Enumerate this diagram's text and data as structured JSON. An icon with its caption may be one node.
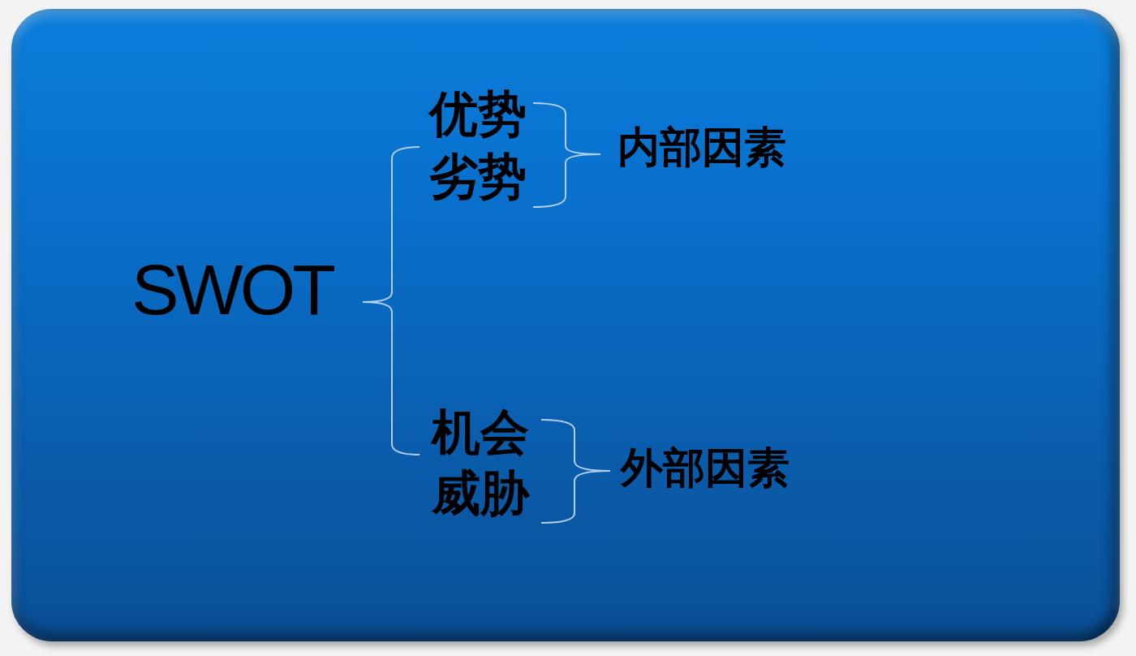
{
  "diagram": {
    "labels": [
      "SWOT",
      "优势",
      "劣势",
      "内部因素",
      "机会",
      "威胁",
      "外部因素"
    ]
  }
}
